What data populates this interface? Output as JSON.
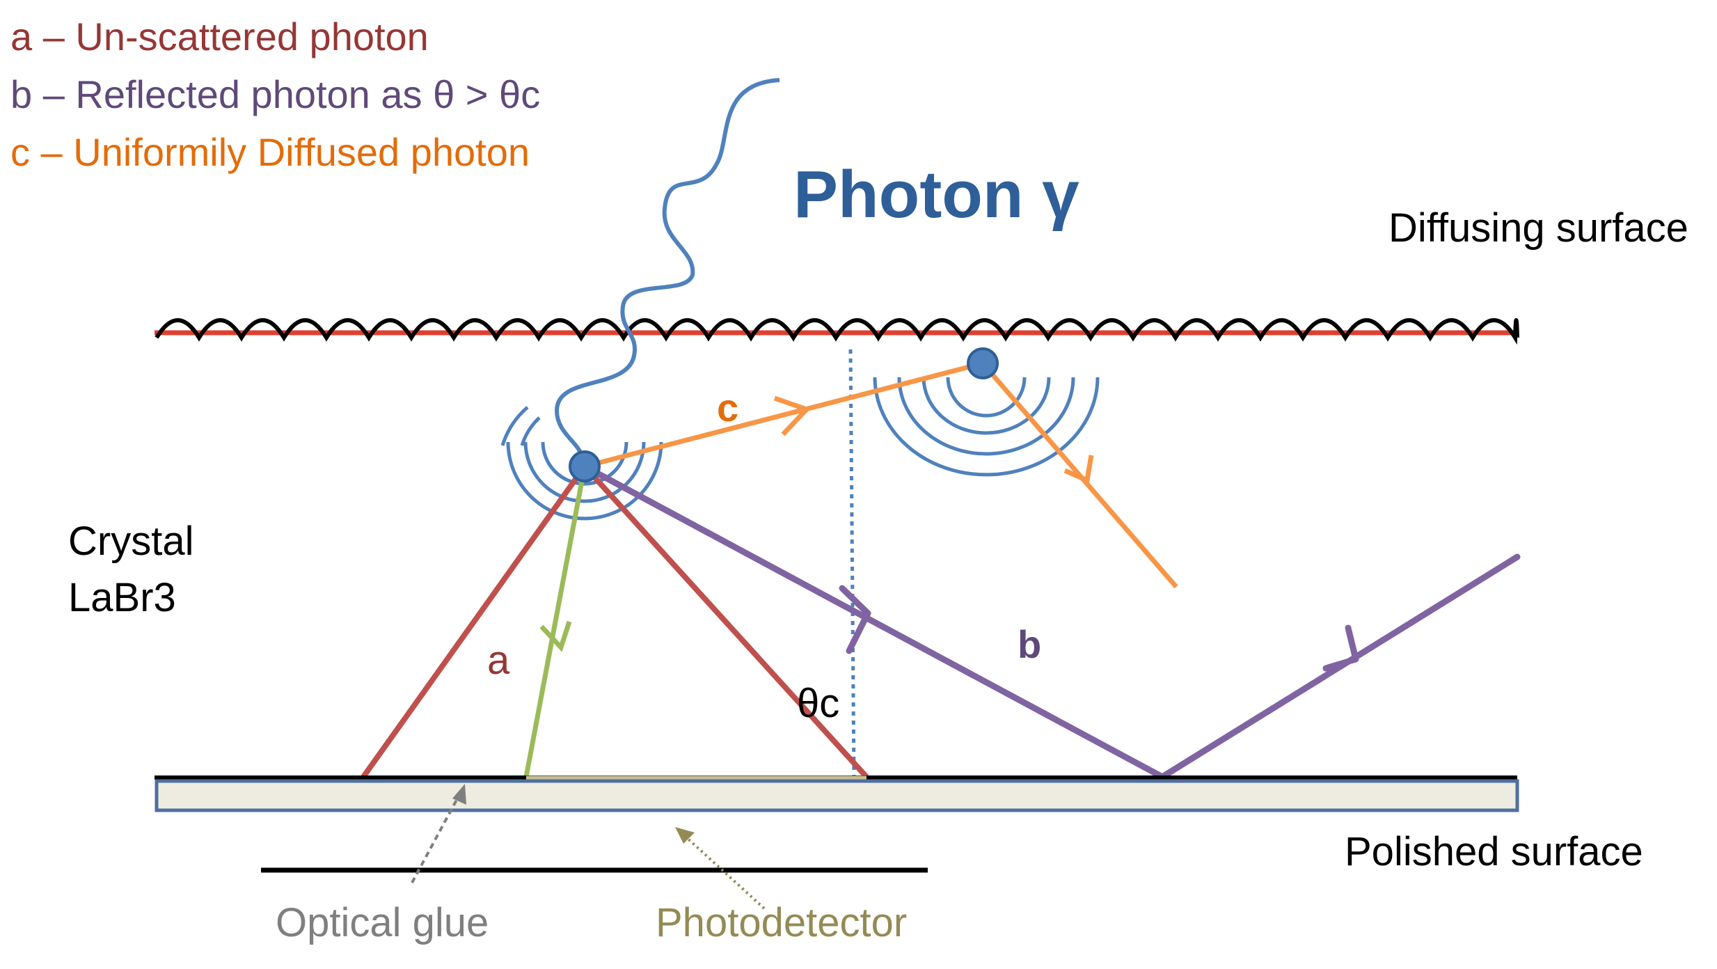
{
  "colors": {
    "unscattered": "#c0504d",
    "reflected": "#8064a2",
    "diffused": "#f79646",
    "photon": "#4f81bd",
    "photon_title": "#2e5f99",
    "green_ray": "#9bbb59",
    "legend_a": "#953735",
    "legend_b": "#5f497a",
    "legend_c": "#e36c09",
    "glue": "#7f7f7f",
    "photodetector": "#948a54",
    "surface_red": "#e04030",
    "ink": "#000000"
  },
  "legend": {
    "a": "a – Un-scattered photon",
    "b": "b – Reflected photon as θ  > θc",
    "c": "c – Uniformily Diffused photon"
  },
  "labels": {
    "photon_title": "Photon γ",
    "diffusing_surface": "Diffusing surface",
    "crystal": "Crystal",
    "crystal_material": "LaBr3",
    "polished_surface": "Polished surface",
    "optical_glue": "Optical glue",
    "photodetector": "Photodetector",
    "ray_a": "a",
    "ray_b": "b",
    "ray_c": "c",
    "critical_angle": "θc"
  }
}
